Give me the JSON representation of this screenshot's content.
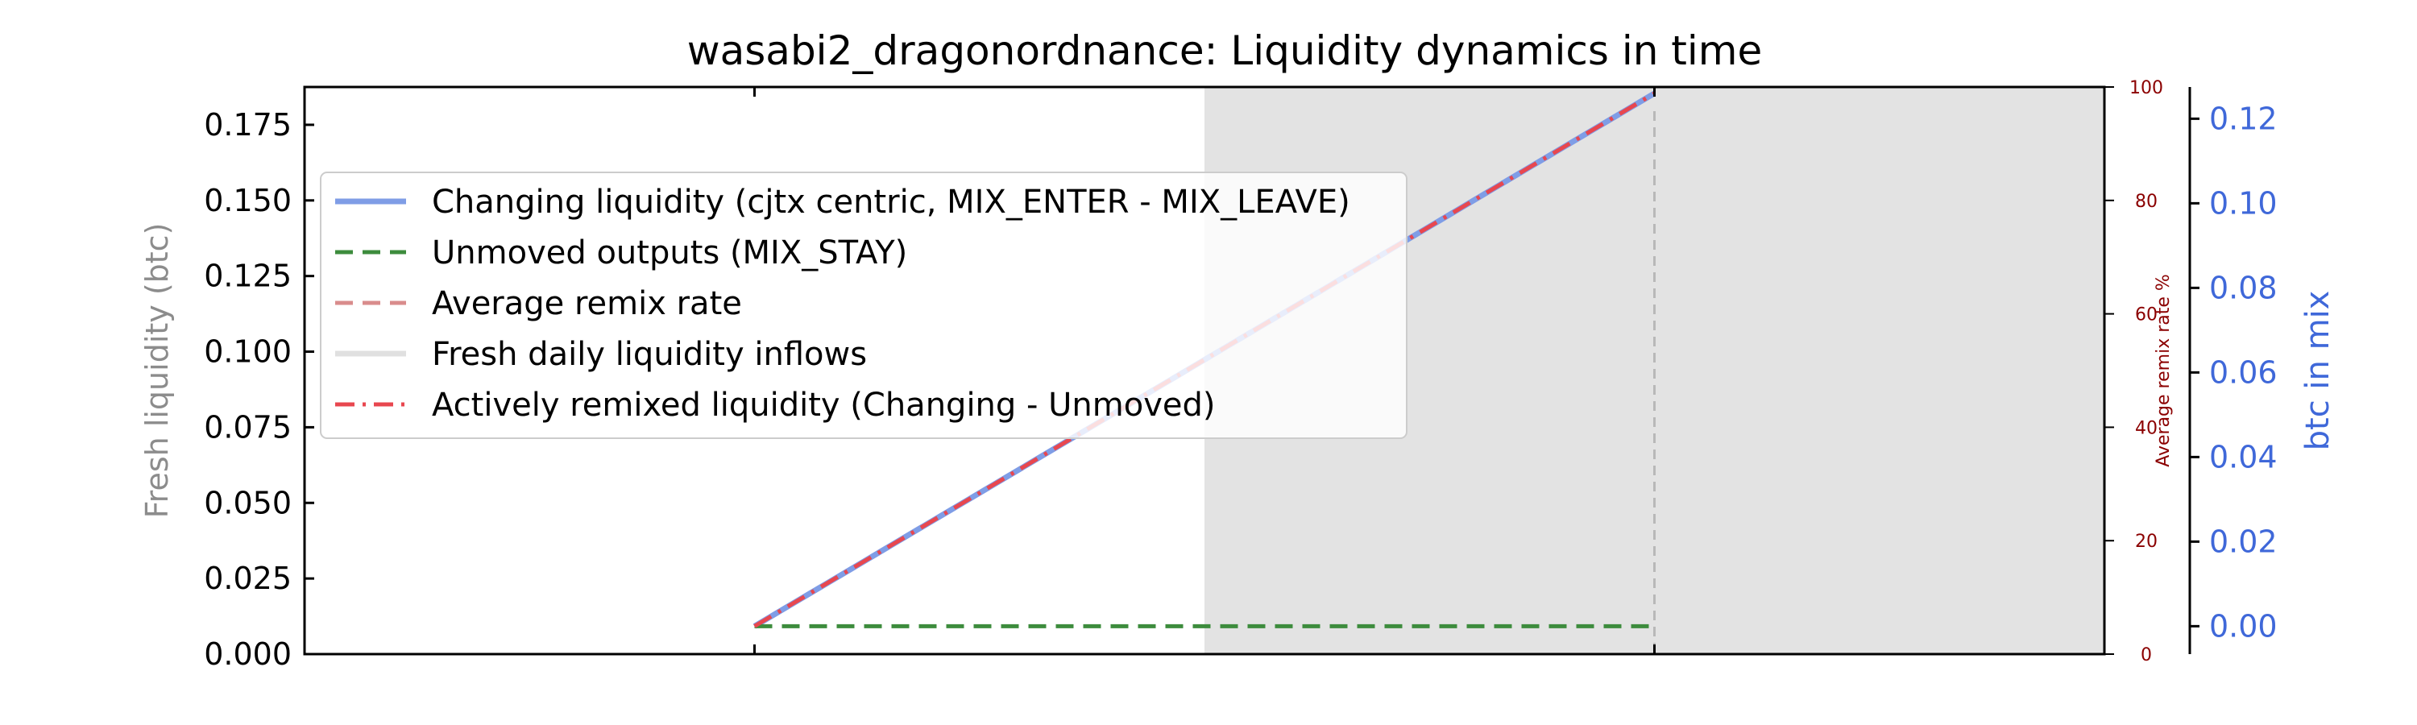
{
  "chart_data": {
    "type": "line",
    "title": "wasabi2_dragonordnance: Liquidity dynamics in time",
    "ylabel_left": "Fresh liquidity (btc)",
    "ylabel_right_inner": "Average remix rate %",
    "ylabel_right_outer": "btc in mix",
    "xlim": [
      0,
      4
    ],
    "ylim_left": [
      0,
      0.1875
    ],
    "ylim_remix": [
      0,
      100
    ],
    "ylim_btc": [
      -0.0066,
      0.1275
    ],
    "yticks_left": [
      "0.000",
      "0.025",
      "0.050",
      "0.075",
      "0.100",
      "0.125",
      "0.150",
      "0.175"
    ],
    "yticks_remix": [
      "0",
      "20",
      "40",
      "60",
      "80",
      "100"
    ],
    "yticks_btc": [
      "0.00",
      "0.02",
      "0.04",
      "0.06",
      "0.08",
      "0.10",
      "0.12"
    ],
    "shaded_region_x": [
      2,
      4
    ],
    "vertical_marker_x": 3,
    "series": [
      {
        "name": "Changing liquidity (cjtx centric, MIX_ENTER - MIX_LEAVE)",
        "axis": "btc",
        "color": "#7f9de6",
        "style": "solid",
        "x": [
          1,
          3
        ],
        "values": [
          0.0,
          0.126
        ]
      },
      {
        "name": "Unmoved outputs (MIX_STAY)",
        "axis": "btc",
        "color": "#3d8c3d",
        "style": "dashed",
        "x": [
          1,
          3
        ],
        "values": [
          0.0,
          0.0
        ]
      },
      {
        "name": "Average remix rate",
        "axis": "remix",
        "color": "#d98c8c",
        "style": "dashed",
        "x": [],
        "values": []
      },
      {
        "name": "Fresh daily liquidity inflows",
        "axis": "left",
        "color": "#e0e0e0",
        "style": "solid",
        "x": [],
        "values": []
      },
      {
        "name": "Actively remixed liquidity (Changing - Unmoved)",
        "axis": "btc",
        "color": "#e8474f",
        "style": "dashdot",
        "x": [
          1,
          3
        ],
        "values": [
          0.0,
          0.126
        ]
      }
    ],
    "grid": false,
    "legend_position": "upper-left"
  }
}
